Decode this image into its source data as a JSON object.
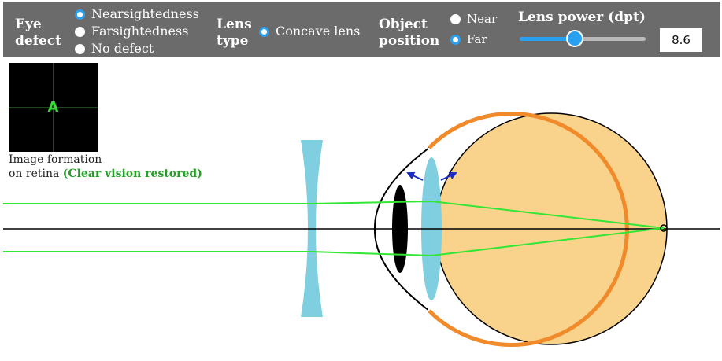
{
  "controls": {
    "eye_defect": {
      "title_line1": "Eye",
      "title_line2": "defect",
      "options": [
        {
          "label": "Nearsightedness",
          "selected": true
        },
        {
          "label": "Farsightedness",
          "selected": false
        },
        {
          "label": "No defect",
          "selected": false
        }
      ]
    },
    "lens_type": {
      "title_line1": "Lens",
      "title_line2": "type",
      "options": [
        {
          "label": "Concave lens",
          "selected": true
        }
      ]
    },
    "object_position": {
      "title_line1": "Object",
      "title_line2": "position",
      "options": [
        {
          "label": "Near",
          "selected": false
        },
        {
          "label": "Far",
          "selected": true
        }
      ]
    },
    "lens_power": {
      "title": "Lens power (dpt)",
      "value": "8.6",
      "slider_fraction": 0.44
    }
  },
  "retina_preview": {
    "letter": "A",
    "caption_line1": "Image formation",
    "caption_line2": "on retina",
    "status": "(Clear vision restored)"
  },
  "colors": {
    "toolbar_bg": "#6b6b6b",
    "accent": "#2aa0f0",
    "ray": "#33e633",
    "lens": "#7fcfe0",
    "eyeball": "#f9d38c",
    "retina": "#f08a2a",
    "status": "#22a022"
  }
}
